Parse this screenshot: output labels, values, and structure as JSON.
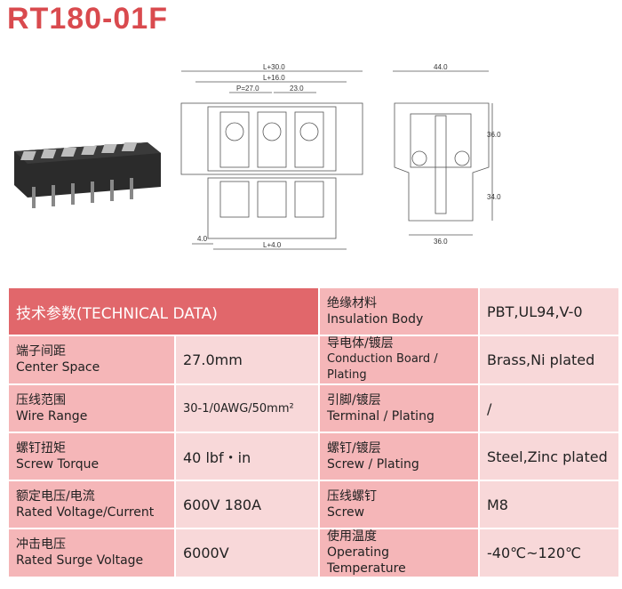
{
  "title": "RT180-01F",
  "drawing": {
    "top_view": {
      "dims": [
        "L+30.0",
        "L+16.0",
        "P=27.0",
        "23.0",
        "4.0",
        "L+4.0"
      ]
    },
    "side_view": {
      "dims": [
        "44.0",
        "36.0",
        "34.0",
        "36.0"
      ]
    }
  },
  "table": {
    "header": "技术参数(TECHNICAL DATA)",
    "left": [
      {
        "zh": "端子间距",
        "en": "Center Space",
        "value": "27.0mm"
      },
      {
        "zh": "压线范围",
        "en": "Wire Range",
        "value": "30-1/0AWG/50mm²"
      },
      {
        "zh": "螺钉扭矩",
        "en": "Screw Torque",
        "value": "40 lbf・in"
      },
      {
        "zh": "额定电压/电流",
        "en": "Rated Voltage/Current",
        "value": "600V 180A"
      },
      {
        "zh": "冲击电压",
        "en": "Rated Surge Voltage",
        "value": "6000V"
      }
    ],
    "right": [
      {
        "zh": "绝缘材料",
        "en": "Insulation Body",
        "value": "PBT,UL94,V-0"
      },
      {
        "zh": "导电体/镀层",
        "en": "Conduction Board / Plating",
        "value": "Brass,Ni plated"
      },
      {
        "zh": "引脚/镀层",
        "en": "Terminal / Plating",
        "value": "/"
      },
      {
        "zh": "螺钉/镀层",
        "en": "Screw / Plating",
        "value": "Steel,Zinc plated"
      },
      {
        "zh": "压线螺钉",
        "en": "Screw",
        "value": "M8"
      },
      {
        "zh": "使用温度",
        "en": "Operating Temperature",
        "value": "-40℃~120℃"
      }
    ]
  }
}
